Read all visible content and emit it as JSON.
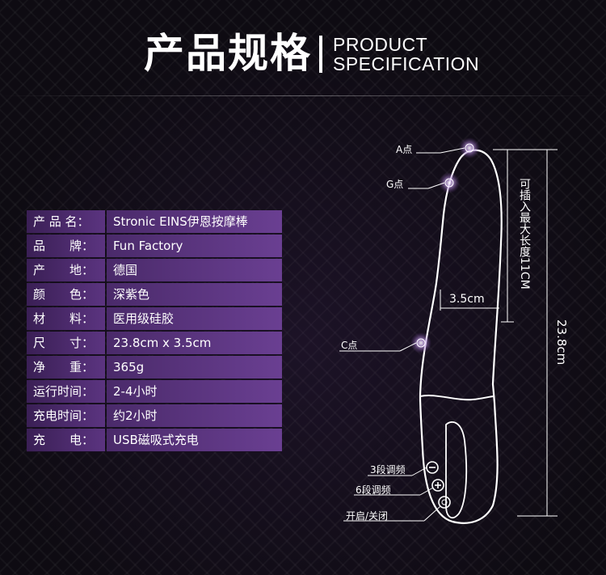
{
  "header": {
    "title_cn": "产品规格",
    "title_en_line1": "PRODUCT",
    "title_en_line2": "SPECIFICATION"
  },
  "specs": [
    {
      "label": "产 品 名：",
      "value": "Stronic EINS伊恩按摩棒"
    },
    {
      "label": "品　　牌：",
      "value": "Fun Factory"
    },
    {
      "label": "产　　地：",
      "value": "德国"
    },
    {
      "label": "颜　　色：",
      "value": "深紫色"
    },
    {
      "label": "材　　料：",
      "value": "医用级硅胶"
    },
    {
      "label": "尺　　寸：",
      "value": "23.8cm x 3.5cm"
    },
    {
      "label": "净　　重：",
      "value": "365g"
    },
    {
      "label": "运行时间：",
      "value": "2-4小时"
    },
    {
      "label": "充电时间：",
      "value": "约2小时"
    },
    {
      "label": "充　　电：",
      "value": "USB磁吸式充电"
    }
  ],
  "diagram": {
    "point_a": "A点",
    "point_g": "G点",
    "point_c": "C点",
    "width_label": "3.5cm",
    "insert_length": "可插入最大长度11CM",
    "total_length": "23.8cm",
    "button_1": "3段调频",
    "button_2": "6段调频",
    "button_3": "开启/关闭"
  },
  "colors": {
    "background": "#0e0b12",
    "label_bg": "#3a1f55",
    "value_bg": "#6a3f92",
    "accent_glow": "#b98ae8"
  }
}
